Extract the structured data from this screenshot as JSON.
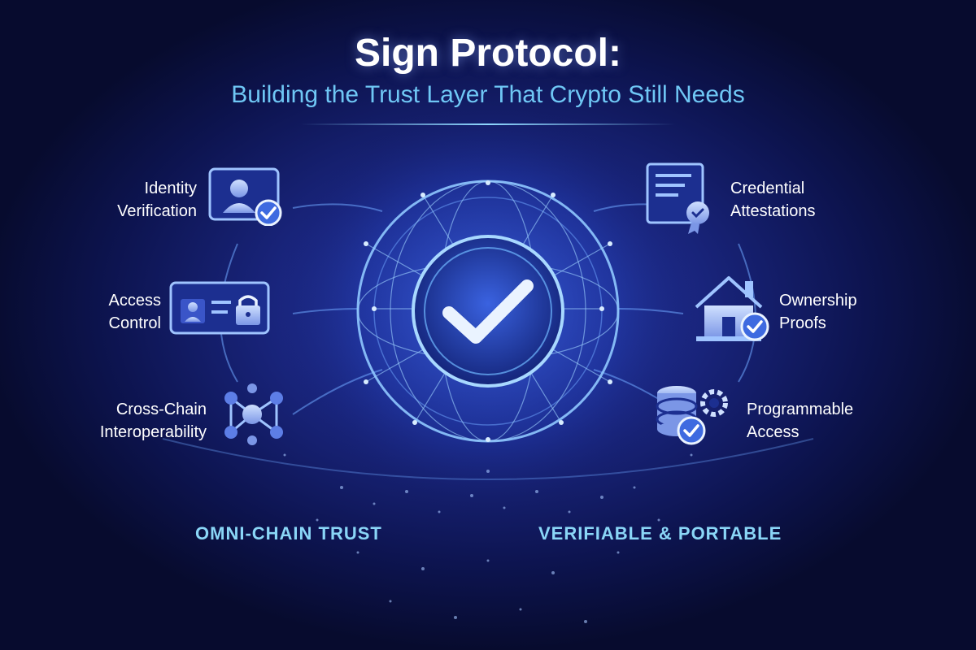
{
  "header": {
    "title": "Sign Protocol:",
    "subtitle": "Building the Trust Layer That Crypto Still Needs"
  },
  "features_left": [
    {
      "line1": "Identity",
      "line2": "Verification",
      "icon": "user-check-icon"
    },
    {
      "line1": "Access",
      "line2": "Control",
      "icon": "id-card-lock-icon"
    },
    {
      "line1": "Cross-Chain",
      "line2": "Interoperability",
      "icon": "network-nodes-icon"
    }
  ],
  "features_right": [
    {
      "line1": "Credential",
      "line2": "Attestations",
      "icon": "certificate-icon"
    },
    {
      "line1": "Ownership",
      "line2": "Proofs",
      "icon": "house-check-icon"
    },
    {
      "line1": "Programmable",
      "line2": "Access",
      "icon": "database-gear-icon"
    }
  ],
  "center": {
    "icon": "checkmark-globe-icon"
  },
  "footer": {
    "left": "OMNI-CHAIN TRUST",
    "right": "VERIFIABLE & PORTABLE"
  },
  "colors": {
    "background": "#0d1450",
    "accent": "#6fc7f5",
    "glow": "#8fd8ff"
  }
}
